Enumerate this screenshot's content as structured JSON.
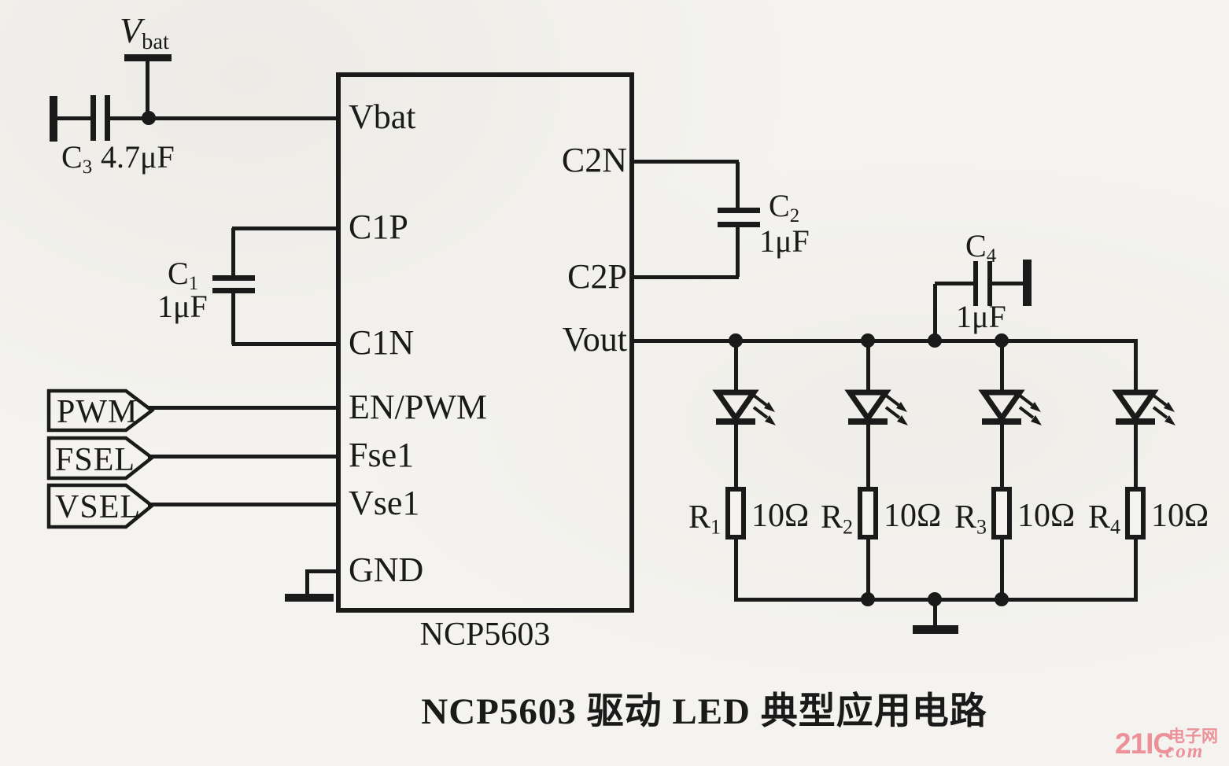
{
  "title": "NCP5603 驱动 LED 典型应用电路",
  "colors": {
    "ink": "#1a1a1a",
    "paper": "#f4f3ef",
    "watermark_pink": "#ec9199"
  },
  "ic": {
    "name": "NCP5603",
    "pins": {
      "vbat": "Vbat",
      "c1p": "C1P",
      "c1n": "C1N",
      "enpwm": "EN/PWM",
      "fsel": "Fse1",
      "vsel": "Vse1",
      "gnd": "GND",
      "c2n": "C2N",
      "c2p": "C2P",
      "vout": "Vout"
    }
  },
  "supply": {
    "ref": "V",
    "sub": "bat"
  },
  "signal_flags": [
    {
      "label": "PWM"
    },
    {
      "label": "FSEL"
    },
    {
      "label": "VSEL"
    }
  ],
  "capacitors": {
    "c3": {
      "ref": "C",
      "sub": "3",
      "value": "4.7μF"
    },
    "c1": {
      "ref": "C",
      "sub": "1",
      "value": "1μF"
    },
    "c2": {
      "ref": "C",
      "sub": "2",
      "value": "1μF"
    },
    "c4": {
      "ref": "C",
      "sub": "4",
      "value": "1μF"
    }
  },
  "resistors": [
    {
      "ref": "R",
      "sub": "1",
      "value": "10Ω"
    },
    {
      "ref": "R",
      "sub": "2",
      "value": "10Ω"
    },
    {
      "ref": "R",
      "sub": "3",
      "value": "10Ω"
    },
    {
      "ref": "R",
      "sub": "4",
      "value": "10Ω"
    }
  ],
  "watermark": {
    "brand": "21IC",
    "site_cn": "电子网",
    "domain": ".com"
  }
}
